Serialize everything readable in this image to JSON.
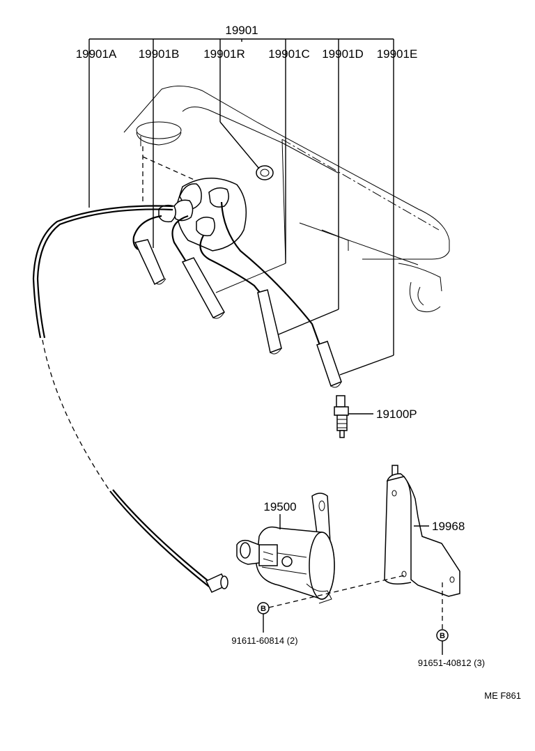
{
  "labels": {
    "assembly": "19901",
    "wire_a": "19901A",
    "wire_b": "19901B",
    "wire_r": "19901R",
    "wire_c": "19901C",
    "wire_d": "19901D",
    "wire_e": "19901E",
    "spark_plug": "19100P",
    "coil": "19500",
    "bracket": "19968",
    "bolt_coil": "91611-60814 (2)",
    "bolt_bracket": "91651-40812 (3)",
    "bolt_marker": "B",
    "figure_code": "ME F861"
  }
}
